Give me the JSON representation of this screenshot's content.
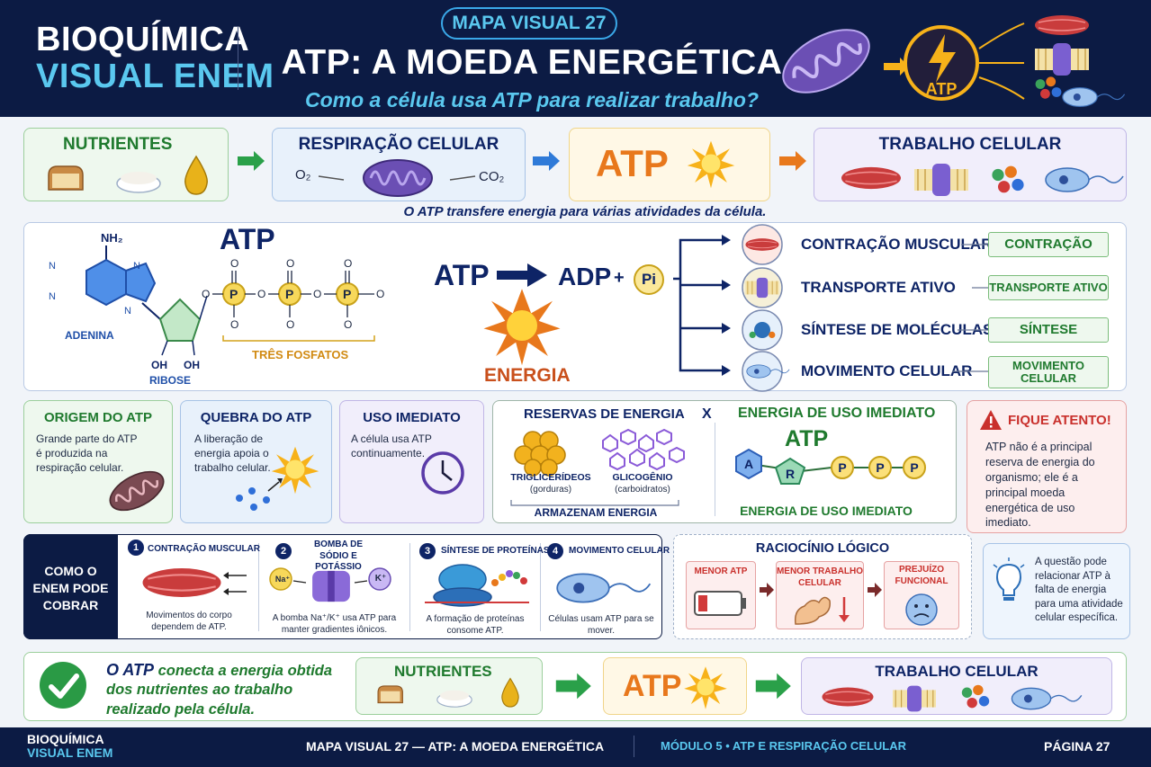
{
  "header": {
    "brand_line1": "BIOQUÍMICA",
    "brand_line2": "VISUAL ENEM",
    "badge": "MAPA VISUAL 27",
    "title": "ATP: A MOEDA ENERGÉTICA",
    "subtitle": "Como a célula usa ATP para realizar trabalho?",
    "atp_label": "ATP"
  },
  "flow": {
    "nutrients": "NUTRIENTES",
    "respiration": "RESPIRAÇÃO CELULAR",
    "o2": "O₂",
    "co2": "CO₂",
    "atp": "ATP",
    "work": "TRABALHO CELULAR",
    "caption": "O ATP transfere energia para várias atividades da célula."
  },
  "structure": {
    "title": "ATP",
    "nh2": "NH₂",
    "adenine": "ADENINA",
    "ribose": "RIBOSE",
    "oh1": "OH",
    "oh2": "OH",
    "phosphates": "TRÊS FOSFATOS",
    "p": "P",
    "o": "O"
  },
  "reaction": {
    "atp": "ATP",
    "adp": "ADP",
    "plus": "+",
    "pi": "Pi",
    "energy": "ENERGIA"
  },
  "uses": [
    {
      "label": "CONTRAÇÃO MUSCULAR",
      "tag": "CONTRAÇÃO"
    },
    {
      "label": "TRANSPORTE ATIVO",
      "tag": "TRANSPORTE ATIVO"
    },
    {
      "label": "SÍNTESE DE MOLÉCULAS",
      "tag": "SÍNTESE"
    },
    {
      "label": "MOVIMENTO CELULAR",
      "tag": "MOVIMENTO CELULAR"
    }
  ],
  "info": {
    "origin": {
      "title": "ORIGEM DO ATP",
      "text": "Grande parte do ATP é produzida na respiração celular."
    },
    "break": {
      "title": "QUEBRA DO ATP",
      "text": "A liberação de energia apoia o trabalho celular."
    },
    "use": {
      "title": "USO IMEDIATO",
      "text": "A célula usa ATP continuamente."
    },
    "reserves": {
      "title": "RESERVAS DE ENERGIA",
      "x": "X",
      "tri": "TRIGLICERÍDEOS",
      "tri_sub": "(gorduras)",
      "gli": "GLICOGÊNIO",
      "gli_sub": "(carboidratos)",
      "store": "ARMAZENAM ENERGIA"
    },
    "immediate": {
      "title": "ENERGIA DE USO IMEDIATO",
      "atp": "ATP",
      "a": "A",
      "r": "R",
      "p": "P",
      "caption": "ENERGIA DE USO IMEDIATO"
    },
    "attention": {
      "title": "FIQUE ATENTO!",
      "text": "ATP não é a principal reserva de energia do organismo; ele é a principal moeda energética de uso imediato."
    }
  },
  "enem": {
    "label": "COMO O ENEM PODE COBRAR",
    "items": [
      {
        "num": "1",
        "title": "CONTRAÇÃO MUSCULAR",
        "text": "Movimentos do corpo dependem de ATP."
      },
      {
        "num": "2",
        "title": "BOMBA DE SÓDIO E POTÁSSIO",
        "text": "A bomba Na⁺/K⁺ usa ATP para manter gradientes iônicos.",
        "na": "Na⁺",
        "k": "K⁺"
      },
      {
        "num": "3",
        "title": "SÍNTESE DE PROTEÍNAS",
        "text": "A formação de proteínas consome ATP."
      },
      {
        "num": "4",
        "title": "MOVIMENTO CELULAR",
        "text": "Células usam ATP para se mover."
      }
    ]
  },
  "reasoning": {
    "title": "RACIOCÍNIO LÓGICO",
    "steps": [
      "MENOR ATP",
      "MENOR TRABALHO CELULAR",
      "PREJUÍZO FUNCIONAL"
    ]
  },
  "tip": {
    "text": "A questão pode relacionar ATP à falta de energia para uma atividade celular específica."
  },
  "summary": {
    "lead": "O ATP",
    "rest": " conecta a energia obtida dos nutrientes ao trabalho realizado pela célula.",
    "nutrients": "NUTRIENTES",
    "atp": "ATP",
    "work": "TRABALHO CELULAR"
  },
  "footer": {
    "brand_line1": "BIOQUÍMICA",
    "brand_line2": "VISUAL ENEM",
    "center": "MAPA VISUAL 27 — ATP: A MOEDA ENERGÉTICA",
    "module": "MÓDULO 5 • ATP E RESPIRAÇÃO CELULAR",
    "page": "PÁGINA 27"
  },
  "colors": {
    "navy": "#0c1b44",
    "cyan": "#5ac8ef",
    "green": "#1f7a2e",
    "orange": "#e8781c",
    "red": "#c9302c"
  }
}
